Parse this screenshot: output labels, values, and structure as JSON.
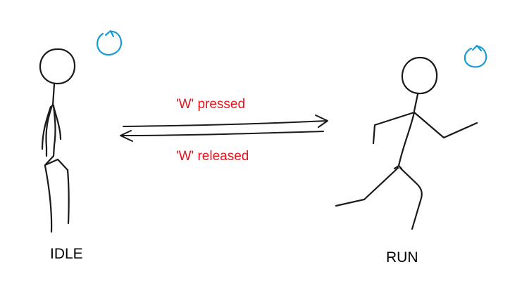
{
  "states": {
    "idle": {
      "label": "IDLE"
    },
    "run": {
      "label": "RUN"
    }
  },
  "transitions": {
    "pressed": {
      "label": "'W' pressed"
    },
    "released": {
      "label": "'W' released"
    }
  },
  "icons": {
    "loop": "loop-arrow-icon",
    "figure_idle": "standing-stick-figure",
    "figure_run": "running-stick-figure"
  },
  "colors": {
    "stroke": "#1a1a1a",
    "loop_icon": "#1b9ad6",
    "transition_text": "#e8131b",
    "state_text": "#000000",
    "background": "#ffffff"
  }
}
